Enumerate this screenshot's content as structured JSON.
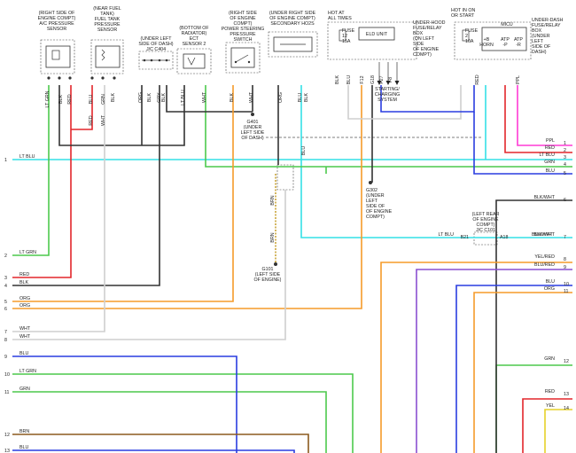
{
  "components": {
    "ac_sensor": [
      "(RIGHT SIDE OF",
      "ENGINE COMPT)",
      "A/C PRESSURE",
      "SENSOR"
    ],
    "fuel_sensor": [
      "(NEAR FUEL",
      "TANK)",
      "FUEL TANK",
      "PRESSURE",
      "SENSOR"
    ],
    "jc_c404": [
      "(UNDER LEFT",
      "SIDE OF DASH)",
      "J/C C404"
    ],
    "ect": [
      "(BOTTOM OF",
      "RADIATOR)",
      "ECT",
      "SENSOR 2"
    ],
    "ps_switch": [
      "(RIGHT SIDE",
      "OF ENGINE",
      "COMPT)",
      "POWER STEERING",
      "PRESSURE",
      "SWITCH"
    ],
    "ho2s": [
      "(UNDER RIGHT SIDE",
      "OF ENGINE COMPT)",
      "SECONDARY HO2S"
    ],
    "hot_at_all_times": [
      "HOT AT",
      "ALL TIMES"
    ],
    "fuse12": [
      "FUSE",
      "12",
      "15A"
    ],
    "eld_unit": "ELD UNIT",
    "underhood_box": [
      "UNDER-HOOD",
      "FUSE/RELAY",
      "BOX",
      "(ON LEFT",
      "SIDE",
      "OF ENGINE",
      "COMPT)"
    ],
    "starting": [
      "STARTING/",
      "CHARGING",
      "SYSTEM"
    ],
    "hot_in_on": [
      "HOT IN ON",
      "OR START"
    ],
    "fuse2": [
      "FUSE",
      "2",
      "10A"
    ],
    "micu": "MICU",
    "micu_pins": [
      "+B",
      "HORN",
      "ATP",
      "-P",
      "ATP",
      "-R"
    ],
    "underdash_box": [
      "UNDER-DASH",
      "FUSE/RELAY",
      "BOX",
      "(UNDER",
      "LEFT",
      "SIDE OF",
      "DASH)"
    ],
    "g401": [
      "G401",
      "(UNDER",
      "LEFT SIDE",
      "OF DASH)"
    ],
    "g302": [
      "G302",
      "(UNDER",
      "LEFT",
      "SIDE OF",
      "OF ENGINE",
      "COMPT)"
    ],
    "g101": [
      "G101",
      "(LEFT SIDE",
      "OF ENGINE)"
    ],
    "jc_c101": [
      "(LEFT REAR",
      "OF ENGINE",
      "COMPT)",
      "J/C C101"
    ],
    "c101_pins": [
      "B21",
      "A18"
    ]
  },
  "wire_colors_top": [
    "LT GRN",
    "RED",
    "BLK",
    "BLU",
    "RED",
    "WHT",
    "BLK",
    "GRN",
    "ORG",
    "BLK",
    "GRY",
    "BLK",
    "LT BLU",
    "WHT",
    "BLK",
    "WHT",
    "ORG",
    "BLU",
    "BLK",
    "BLK",
    "BLU",
    "F12",
    "G18",
    "F27",
    "F8",
    "RED",
    "PPL"
  ],
  "right_labels": [
    {
      "n": "1",
      "c": "PPL"
    },
    {
      "n": "2",
      "c": "RED"
    },
    {
      "n": "3",
      "c": "LT BLU"
    },
    {
      "n": "4",
      "c": "GRN"
    },
    {
      "n": "5",
      "c": "BLU"
    },
    {
      "n": "6",
      "c": "BLK/WHT"
    },
    {
      "n": "7",
      "c": "BLK/WHT"
    },
    {
      "n": "8",
      "c": "YEL/RED"
    },
    {
      "n": "9",
      "c": "BLU/RED"
    },
    {
      "n": "10",
      "c": "BLU"
    },
    {
      "n": "11",
      "c": "ORG"
    },
    {
      "n": "12",
      "c": "GRN"
    },
    {
      "n": "13",
      "c": "RED"
    },
    {
      "n": "14",
      "c": "YEL"
    }
  ],
  "left_labels": [
    {
      "n": "1",
      "c": "LT BLU"
    },
    {
      "n": "2",
      "c": "LT GRN"
    },
    {
      "n": "3",
      "c": "RED"
    },
    {
      "n": "4",
      "c": "BLK"
    },
    {
      "n": "5",
      "c": "ORG"
    },
    {
      "n": "6",
      "c": "ORG"
    },
    {
      "n": "7",
      "c": "WHT"
    },
    {
      "n": "8",
      "c": "WHT"
    },
    {
      "n": "9",
      "c": "BLU"
    },
    {
      "n": "10",
      "c": "LT GRN"
    },
    {
      "n": "11",
      "c": "GRN"
    },
    {
      "n": "12",
      "c": "BRN"
    },
    {
      "n": "13",
      "c": "BLU"
    }
  ],
  "mid_labels": {
    "lt_blu_row": "LT BLU",
    "blk_wht_row": "BLK/WHT",
    "brn_a": "BRN",
    "brn_b": "BRN",
    "blu_v": "BLU"
  }
}
